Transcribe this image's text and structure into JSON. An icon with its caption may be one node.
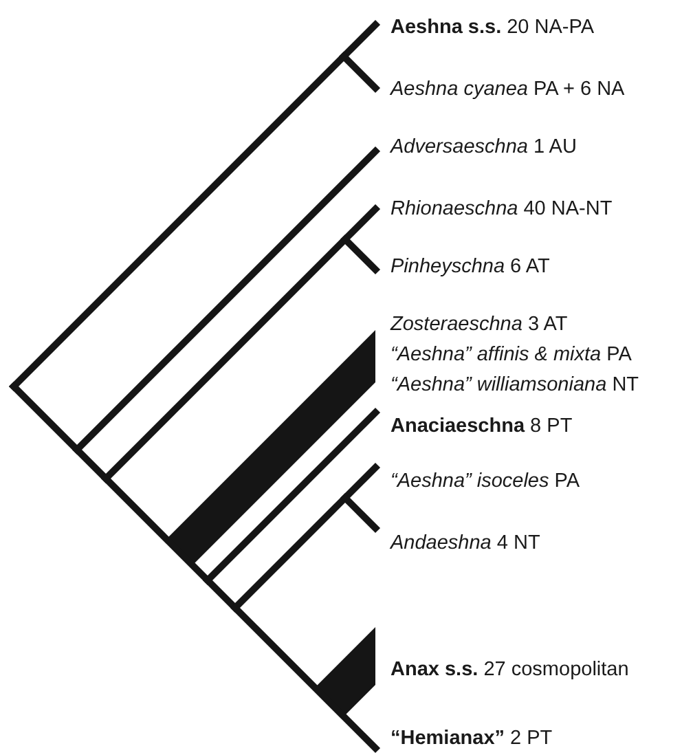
{
  "diagram": {
    "nodes": [
      {
        "text": [
          "**Aeshna s.s.** 20 NA-PA"
        ]
      },
      {
        "text": [
          "*Aeshna cyanea* PA + 6 NA"
        ]
      },
      {
        "text": [
          "*Adversaeschna* 1 AU"
        ]
      },
      {
        "text": [
          "*Rhionaeschna* 40 NA-NT"
        ]
      },
      {
        "text": [
          "*Pinheyschna* 6 AT"
        ]
      },
      {
        "text": [
          "*Zosteraeschna* 3 AT",
          "*“Aeshna” affinis & mixta* PA",
          "*“Aeshna” williamsoniana* NT"
        ]
      },
      {
        "text": [
          "**Anaciaeschna** 8 PT"
        ]
      },
      {
        "text": [
          "*“Aeshna” isoceles* PA"
        ]
      },
      {
        "text": [
          "*Andaeshna* 4 NT"
        ]
      },
      {
        "text": [
          "**Anax s.s.** 27 cosmopolitan"
        ]
      },
      {
        "text": [
          "**“Hemianax”** 2 PT"
        ]
      }
    ]
  }
}
